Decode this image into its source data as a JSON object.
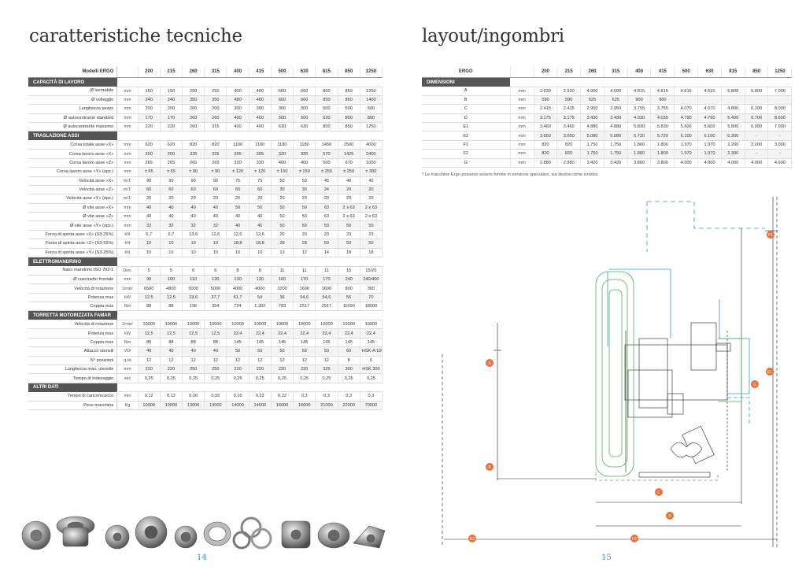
{
  "left_page": {
    "title": "caratteristiche tecniche",
    "page_number": "14",
    "header": {
      "label": "Modelli ERGO",
      "models": [
        "200",
        "215",
        "260",
        "315",
        "400",
        "415",
        "500",
        "630",
        "815",
        "850",
        "1250"
      ]
    },
    "sections": [
      {
        "title": "CAPACITÀ DI LAVORO",
        "rows": [
          {
            "label": "Ø lavorabile",
            "unit": "mm",
            "values": [
              "150",
              "150",
              "250",
              "250",
              "400",
              "400",
              "660",
              "660",
              "800",
              "850",
              "1250"
            ]
          },
          {
            "label": "Ø volteggio",
            "unit": "mm",
            "values": [
              "240",
              "240",
              "350",
              "350",
              "480",
              "480",
              "660",
              "660",
              "850",
              "850",
              "1400"
            ]
          },
          {
            "label": "Lunghezza pezzo",
            "unit": "mm",
            "values": [
              "200",
              "200",
              "200",
              "200",
              "300",
              "300",
              "300",
              "300",
              "500",
              "500",
              "500"
            ]
          },
          {
            "label": "Ø autocentrante standard",
            "unit": "mm",
            "values": [
              "170",
              "170",
              "260",
              "260",
              "400",
              "400",
              "500",
              "500",
              "630",
              "800",
              "800"
            ]
          },
          {
            "label": "Ø autocentrante massimo",
            "unit": "mm",
            "values": [
              "220",
              "220",
              "260",
              "315",
              "400",
              "400",
              "630",
              "630",
              "800",
              "850",
              "1250"
            ]
          }
        ]
      },
      {
        "title": "TRASLAZIONE ASSI",
        "rows": [
          {
            "label": "Corsa totale asse «X»",
            "unit": "mm",
            "values": [
              "620",
              "620",
              "820",
              "820",
              "1100",
              "1100",
              "1180",
              "1180",
              "1450",
              "2500",
              "4000"
            ]
          },
          {
            "label": "Corsa lavoro asse «X»",
            "unit": "mm",
            "values": [
              "200",
              "200",
              "325",
              "325",
              "395",
              "395",
              "320",
              "320",
              "570",
              "1425",
              "2400"
            ]
          },
          {
            "label": "Corsa lavoro asse «Z»",
            "unit": "mm",
            "values": [
              "265",
              "265",
              "265",
              "265",
              "330",
              "330",
              "400",
              "400",
              "500",
              "670",
              "1000"
            ]
          },
          {
            "label": "Corsa lavoro asse «Y» (opz.)",
            "unit": "mm",
            "values": [
              "± 65",
              "± 65",
              "± 90",
              "± 90",
              "± 120",
              "± 120",
              "± 150",
              "± 150",
              "± 250",
              "± 250",
              "± 300"
            ]
          },
          {
            "label": "Velocità asse «X»",
            "unit": "m/1'",
            "values": [
              "90",
              "90",
              "90",
              "90",
              "75",
              "75",
              "50",
              "50",
              "45",
              "40",
              "40"
            ]
          },
          {
            "label": "Velocità asse «Z»",
            "unit": "m/1'",
            "values": [
              "60",
              "60",
              "60",
              "60",
              "60",
              "60",
              "30",
              "30",
              "24",
              "20",
              "20"
            ]
          },
          {
            "label": "Velocità asse «Y» (opz.)",
            "unit": "m/1'",
            "values": [
              "20",
              "20",
              "20",
              "20",
              "20",
              "20",
              "20",
              "20",
              "20",
              "20",
              "20"
            ]
          },
          {
            "label": "Ø vite asse «X»",
            "unit": "mm",
            "values": [
              "40",
              "40",
              "40",
              "40",
              "50",
              "50",
              "50",
              "50",
              "63",
              "2 x 63",
              "2 x 63"
            ]
          },
          {
            "label": "Ø vite asse «Z»",
            "unit": "mm",
            "values": [
              "40",
              "40",
              "40",
              "40",
              "40",
              "40",
              "50",
              "50",
              "63",
              "2 x 63",
              "2 x 63"
            ]
          },
          {
            "label": "Ø vite asse «Y» (opz.)",
            "unit": "mm",
            "values": [
              "32",
              "32",
              "32",
              "32",
              "40",
              "40",
              "50",
              "50",
              "50",
              "50",
              "50"
            ]
          },
          {
            "label": "Forza di spinta asse «X» (S3-25%)",
            "unit": "kN",
            "values": [
              "6,7",
              "6,7",
              "12,6",
              "12,6",
              "12,6",
              "12,6",
              "20",
              "20",
              "23",
              "23",
              "23"
            ]
          },
          {
            "label": "Forza di spinta asse «Z» (S3-25%)",
            "unit": "kN",
            "values": [
              "10",
              "10",
              "10",
              "10",
              "18,8",
              "18,8",
              "28",
              "28",
              "50",
              "50",
              "50"
            ]
          },
          {
            "label": "Forza di spinta asse «Y» (S3-25%)",
            "unit": "kN",
            "values": [
              "10",
              "10",
              "10",
              "10",
              "10",
              "10",
              "12",
              "12",
              "14",
              "18",
              "18"
            ]
          }
        ]
      },
      {
        "title": "ELETTROMANDRINO",
        "rows": [
          {
            "label": "Naso mandrino ISO 702-1",
            "unit": "Dim.",
            "values": [
              "5",
              "5",
              "6",
              "6",
              "8",
              "8",
              "11",
              "11",
              "11",
              "15",
              "15/20"
            ]
          },
          {
            "label": "Ø cuscinetto frontale",
            "unit": "mm",
            "values": [
              "90",
              "100",
              "110",
              "130",
              "130",
              "130",
              "160",
              "170",
              "170",
              "240",
              "240/400"
            ]
          },
          {
            "label": "Velocità di rotazione",
            "unit": "1/min'",
            "values": [
              "6500",
              "4800",
              "5000",
              "5000",
              "4000",
              "4000",
              "3200",
              "1600",
              "1600",
              "800",
              "300"
            ]
          },
          {
            "label": "Potenza max",
            "unit": "kW",
            "values": [
              "12,5",
              "12,5",
              "23,6",
              "37,7",
              "61,7",
              "54",
              "36",
              "54,6",
              "54,6",
              "56",
              "70"
            ]
          },
          {
            "label": "Coppia max",
            "unit": "Nm",
            "values": [
              "88",
              "88",
              "196",
              "354",
              "724",
              "1.302",
              "783",
              "2517",
              "2517",
              "11000",
              "18000"
            ]
          }
        ]
      },
      {
        "title": "TORRETTA MOTORIZZATA FAMAR",
        "rows": [
          {
            "label": "Velocità di rotazione",
            "unit": "1/min'",
            "values": [
              "10000",
              "10000",
              "10000",
              "10000",
              "10000",
              "10000",
              "10000",
              "10000",
              "10000",
              "10000",
              "10000"
            ]
          },
          {
            "label": "Potenza max",
            "unit": "kW",
            "values": [
              "12,5",
              "12,5",
              "12,5",
              "12,5",
              "22,4",
              "22,4",
              "22,4",
              "22,4",
              "22,4",
              "22,4",
              "22,4"
            ]
          },
          {
            "label": "Coppia max",
            "unit": "Nm",
            "values": [
              "88",
              "88",
              "88",
              "88",
              "145",
              "145",
              "145",
              "145",
              "145",
              "145",
              "145"
            ]
          },
          {
            "label": "Attacco utensili",
            "unit": "VDI",
            "values": [
              "40",
              "40",
              "40",
              "40",
              "50",
              "50",
              "50",
              "50",
              "50",
              "60",
              "HSK-A 100"
            ]
          },
          {
            "label": "N° posizioni",
            "unit": "q.tà",
            "values": [
              "12",
              "12",
              "12",
              "12",
              "12",
              "12",
              "12",
              "12",
              "12",
              "8",
              "6"
            ]
          },
          {
            "label": "Lunghezza max. utensile",
            "unit": "mm",
            "values": [
              "220",
              "220",
              "250",
              "250",
              "220",
              "220",
              "220",
              "220",
              "325",
              "300",
              "HSK 300"
            ]
          },
          {
            "label": "Tempo di indexaggio",
            "unit": "sec",
            "values": [
              "0,25",
              "0,25",
              "0,25",
              "0,25",
              "0,25",
              "0,25",
              "0,25",
              "0,25",
              "0,25",
              "0,25",
              "0,25"
            ]
          }
        ]
      },
      {
        "title": "ALTRI DATI",
        "rows": [
          {
            "label": "Tempo di carico/scarico",
            "unit": "min",
            "values": [
              "0,12",
              "0,12",
              "0,16",
              "0,16",
              "0,16",
              "0,22",
              "0,22",
              "0,3",
              "0,3",
              "0,3",
              "0,3"
            ]
          },
          {
            "label": "Peso macchina",
            "unit": "Kg",
            "values": [
              "10000",
              "10000",
              "13000",
              "13000",
              "14000",
              "14000",
              "16000",
              "16000",
              "21000",
              "22000",
              "70000"
            ]
          }
        ]
      }
    ]
  },
  "right_page": {
    "title": "layout/ingombri",
    "page_number": "15",
    "header": {
      "label": "ERGO",
      "models": [
        "200",
        "215",
        "260",
        "315",
        "400",
        "415",
        "500",
        "630",
        "815",
        "850",
        "1250"
      ]
    },
    "section_title": "DIMENSIONI",
    "rows": [
      {
        "label": "A",
        "unit": "mm",
        "values": [
          "2.930",
          "2.930",
          "4.000",
          "4.000",
          "4.815",
          "4.815",
          "4.615",
          "4.615",
          "5.800",
          "5.800",
          "7.000"
        ]
      },
      {
        "label": "B",
        "unit": "mm",
        "values": [
          "590",
          "590",
          "625",
          "625",
          "900",
          "900",
          "",
          "",
          "",
          "",
          ""
        ]
      },
      {
        "label": "C",
        "unit": "mm",
        "values": [
          "2.415",
          "2.415",
          "2.950",
          "2.950",
          "3.755",
          "3.755",
          "4.070",
          "4.070",
          "4.800",
          "6.100",
          "8.000"
        ]
      },
      {
        "label": "D",
        "unit": "mm",
        "values": [
          "3.175",
          "3.175",
          "3.430",
          "3.430",
          "4.030",
          "4.030",
          "4.790",
          "4.790",
          "5.400",
          "6.700",
          "8.600"
        ]
      },
      {
        "label": "E1",
        "unit": "mm",
        "values": [
          "3.460",
          "3.460",
          "4.880",
          "4.880",
          "5.830",
          "5.830",
          "5.600",
          "5.600",
          "5.800",
          "6.000",
          "7.000"
        ]
      },
      {
        "label": "E2",
        "unit": "mm",
        "values": [
          "3.650",
          "3.650",
          "5.080",
          "5.080",
          "5.720",
          "5.720",
          "6.100",
          "6.100",
          "6.300",
          "-",
          "-"
        ]
      },
      {
        "label": "F1",
        "unit": "mm",
        "values": [
          "820",
          "820",
          "1.750",
          "1.750",
          "1.800",
          "1.800",
          "1.970",
          "1.970",
          "2.200",
          "2.200",
          "3.000"
        ]
      },
      {
        "label": "F2",
        "unit": "mm",
        "values": [
          "820",
          "820",
          "1.750",
          "1.750",
          "1.800",
          "1.800",
          "1.970",
          "1.970",
          "2.300",
          "-",
          "-"
        ]
      },
      {
        "label": "G",
        "unit": "mm",
        "values": [
          "2.880",
          "2.880",
          "3.420",
          "3.420",
          "3.800",
          "3.800",
          "4.000",
          "4.000",
          "4.000",
          "4.000",
          "4.600"
        ]
      }
    ],
    "note": "* Le macchine Ergo possono essere fornite in versione speculare, sia destra come sinistra.",
    "drawing_markers": [
      "F1",
      "A",
      "E1",
      "G",
      "B",
      "C",
      "D",
      "E2",
      "F2"
    ]
  },
  "colors": {
    "section_bg": "#555555",
    "page_number": "#2a9ad5",
    "marker": "#e8703a",
    "cyan_line": "#2a9ad5",
    "green_line": "#4caf50"
  }
}
